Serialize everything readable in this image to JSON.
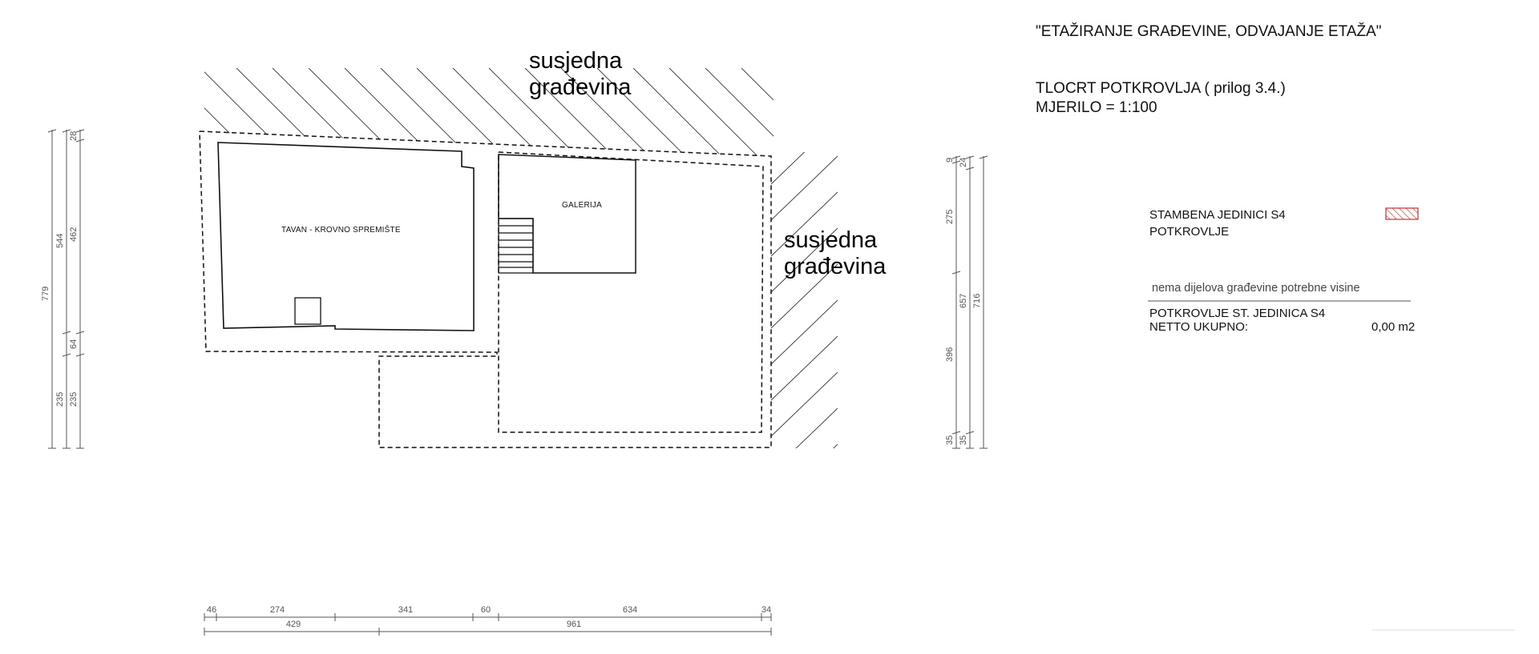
{
  "header": {
    "project_title": "\"ETAŽIRANJE GRAĐEVINE, ODVAJANJE ETAŽA\"",
    "drawing_title": "TLOCRT POTKROVLJA ( prilog 3.4.)",
    "scale": "MJERILO = 1:100"
  },
  "plan": {
    "neighbor_top": [
      "susjedna",
      "građevina"
    ],
    "neighbor_right": [
      "susjedna",
      "građevina"
    ],
    "rooms": {
      "attic": "TAVAN - KROVNO SPREMIŠTE",
      "gallery": "GALERIJA"
    }
  },
  "legend": {
    "unit_label": "STAMBENA JEDINICI S4",
    "floor_label": "POTKROVLJE",
    "swatch_color": "#d02b2b",
    "note": "nema dijelova građevine potrebne visine",
    "summary_line1": "POTKROVLJE ST. JEDINICA S4",
    "summary_line2": "NETTO UKUPNO:",
    "summary_value": "0,00 m2"
  },
  "dimensions": {
    "left_outer": [
      "779"
    ],
    "left_middle": [
      "544",
      "235"
    ],
    "left_inner": [
      "28",
      "462",
      "64",
      "235"
    ],
    "right_outer": [
      "716"
    ],
    "right_middle": [
      "24",
      "657",
      "35"
    ],
    "right_inner": [
      "9",
      "275",
      "396",
      "35"
    ],
    "bottom_top": [
      "46",
      "274",
      "341",
      "60",
      "634",
      "34"
    ],
    "bottom_bottom": [
      "429",
      "961"
    ]
  }
}
